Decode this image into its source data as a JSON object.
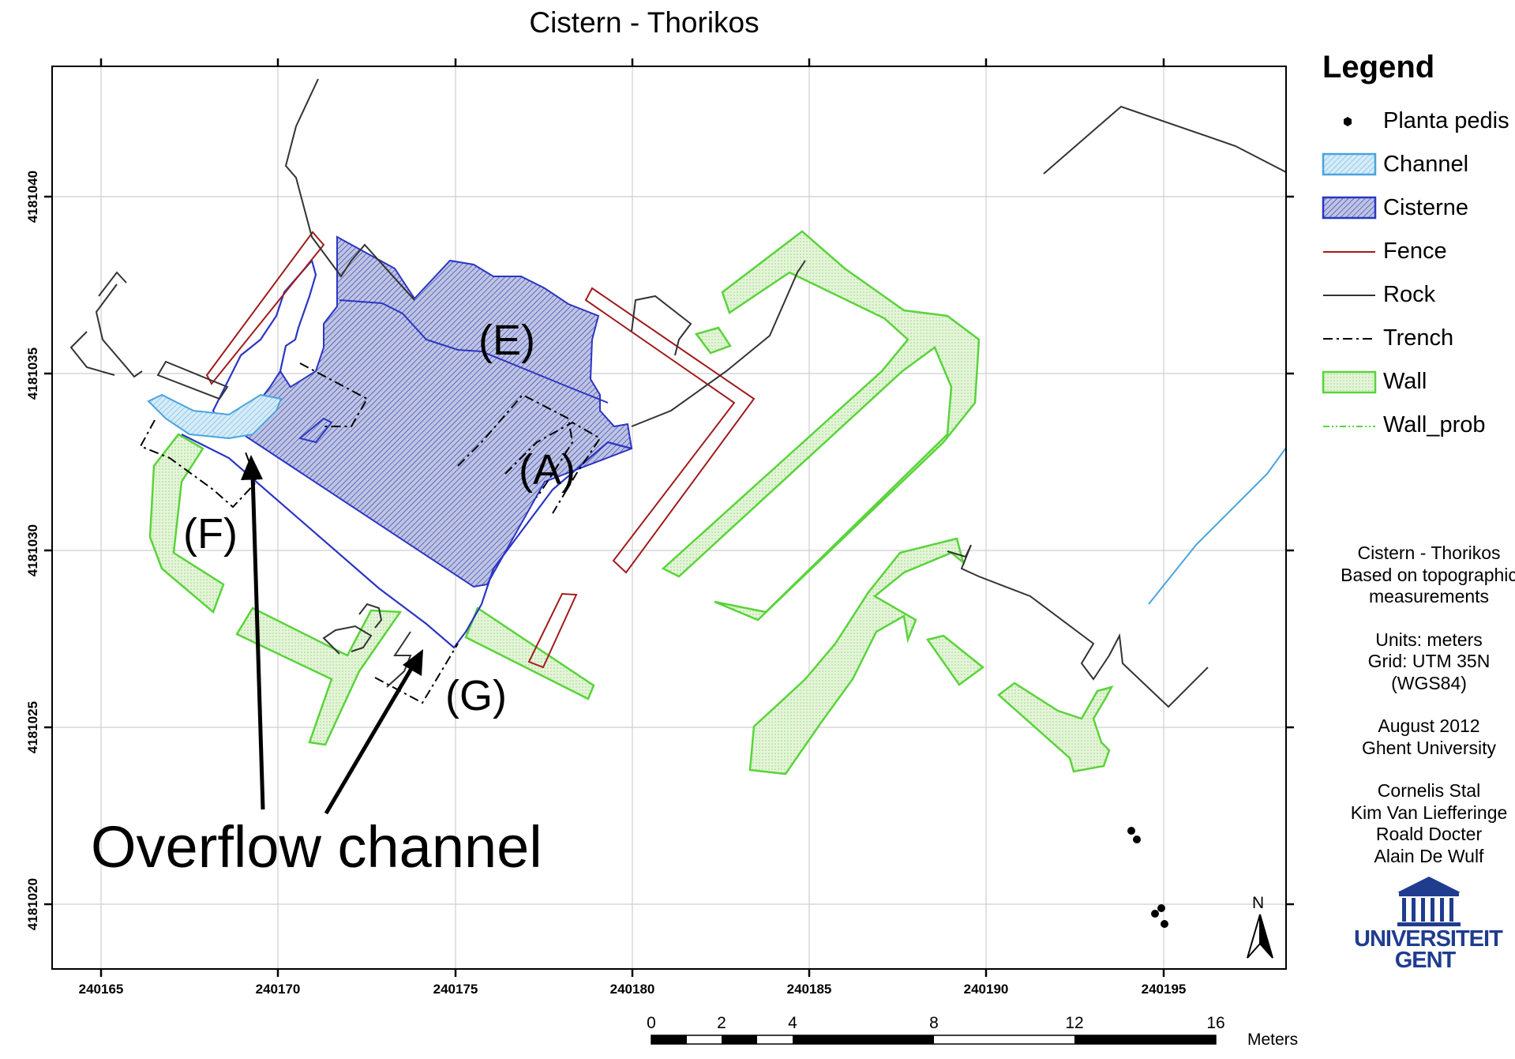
{
  "title": "Cistern - Thorikos",
  "x_ticks": [
    "240165",
    "240170",
    "240175",
    "240180",
    "240185",
    "240190",
    "240195"
  ],
  "y_ticks": [
    "4181040",
    "4181035",
    "4181030",
    "4181025",
    "4181020"
  ],
  "labels": {
    "E": "(E)",
    "A": "(A)",
    "F": "(F)",
    "G": "(G)",
    "overflow": "Overflow channel"
  },
  "legend": {
    "title": "Legend",
    "items": [
      {
        "label": "Planta pedis",
        "color": "#000000"
      },
      {
        "label": "Channel",
        "color": "#4aa3df"
      },
      {
        "label": "Cisterne",
        "color": "#1f2fbf"
      },
      {
        "label": "Fence",
        "color": "#a01c1c"
      },
      {
        "label": "Rock",
        "color": "#333333"
      },
      {
        "label": "Trench",
        "color": "#000000"
      },
      {
        "label": "Wall",
        "color": "#59d43a"
      },
      {
        "label": "Wall_prob",
        "color": "#59d43a"
      }
    ]
  },
  "info": {
    "block1": [
      "Cistern - Thorikos",
      "Based on topographic",
      "measurements"
    ],
    "block2": [
      "Units: meters",
      "Grid: UTM 35N",
      "(WGS84)"
    ],
    "block3": [
      "August 2012",
      "Ghent University"
    ],
    "block4": [
      "Cornelis Stal",
      "Kim Van Liefferinge",
      "Roald Docter",
      "Alain De Wulf"
    ]
  },
  "logo": {
    "line1": "UNIVERSITEIT",
    "line2": "GENT"
  },
  "scale_bar": {
    "labels": [
      "0",
      "2",
      "4",
      "8",
      "12",
      "16"
    ],
    "unit": "Meters"
  },
  "north": "N"
}
